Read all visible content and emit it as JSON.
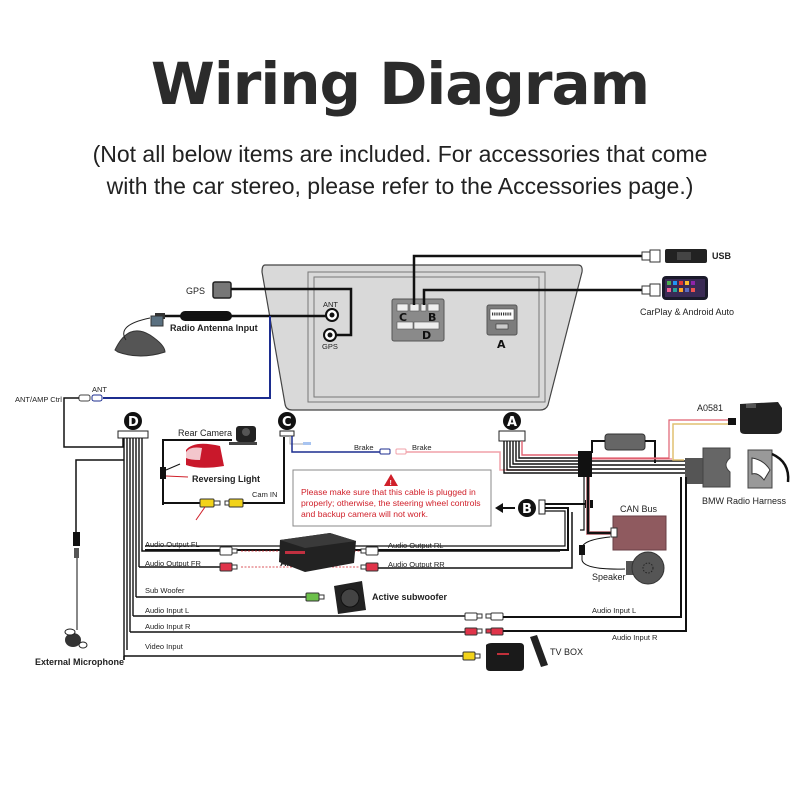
{
  "header": {
    "title": "Wiring Diagram",
    "subtitle_line1": "(Not all below items are included. For accessories that come",
    "subtitle_line2": "with the car stereo, please refer to the Accessories page.)"
  },
  "head_unit": {
    "ports": {
      "ant": "ANT",
      "gps": "GPS",
      "c": "C",
      "b": "B",
      "d": "D",
      "a": "A"
    }
  },
  "connectors": {
    "a": "A",
    "b": "B",
    "c": "C",
    "d": "D"
  },
  "top_devices": {
    "usb": "USB",
    "carplay": "CarPlay & Android Auto",
    "gps": "GPS",
    "radio_antenna": "Radio Antenna Input"
  },
  "left_wires": {
    "ant_amp_ctrl": "ANT/AMP Ctrl",
    "ant": "ANT",
    "rear_camera": "Rear Camera",
    "reversing_light": "Reversing Light",
    "cam_in": "Cam IN",
    "brake_left": "Brake",
    "brake_right": "Brake",
    "external_microphone": "External Microphone"
  },
  "warning": {
    "icon": "warning-triangle-icon",
    "text_line1": "Please make sure that this cable is plugged in",
    "text_line2": "properly; otherwise, the steering wheel controls",
    "text_line3": "and backup camera will not work.",
    "color": "#d0202a"
  },
  "right_devices": {
    "a0581": "A0581",
    "bmw_harness": "BMW Radio Harness",
    "can_bus": "CAN Bus",
    "speaker": "Speaker"
  },
  "audio_lines": {
    "output_fl": "Audio Output FL",
    "output_fr": "Audio Output FR",
    "output_rl": "Audio Output RL",
    "output_rr": "Audio Output RR",
    "amp": "AMP",
    "sub_woofer": "Sub Woofer",
    "active_subwoofer": "Active subwoofer",
    "input_l_left": "Audio Input L",
    "input_l_right": "Audio Input L",
    "input_r_left": "Audio Input R",
    "input_r_right": "Audio Input R",
    "video_input": "Video Input",
    "tv_box": "TV BOX"
  },
  "colors": {
    "wire": "#111111",
    "antenna_wire": "#1c2d8f",
    "brake_wire": "#f0a0a8",
    "can_bus": "#8f5a5f",
    "panel": "#d4d4d4",
    "rca_white": "#ffffff",
    "rca_red": "#e0344a",
    "rca_yellow": "#f2d31a",
    "rca_green": "#6cc04a"
  }
}
